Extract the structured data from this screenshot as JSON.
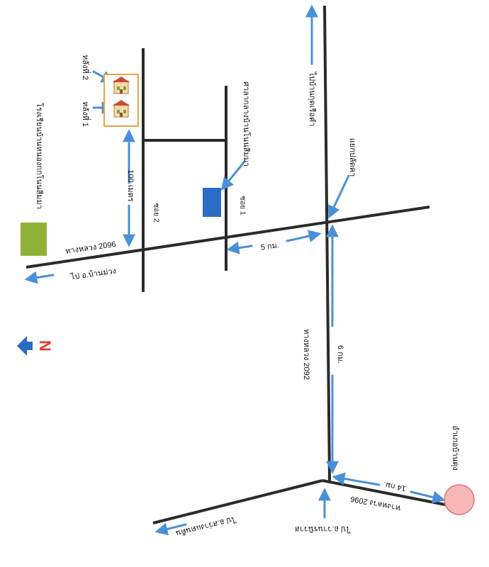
{
  "map": {
    "compass_letter": "N",
    "labels": {
      "school": "โรงเรียนบ้านหนองกกโนนสีมมา",
      "house_2": "หลังที่ 2",
      "house_1": "หลังที่ 1",
      "distance_100m": "100 เมตร",
      "soi_2": "ซอย 2",
      "road_2096_top": "ทางหลวง 2096",
      "to_ban_muang": "ไป อ.บ้านม่วง",
      "pavilion": "ศาลากลางบ้านโนนสีมมา",
      "soi_1": "ซอย 1",
      "distance_5km": "5 กม.",
      "to_ban_kut_ruea_kham": "ไปบ้านกุดเรือคำ",
      "junction": "แยกปลัดคา",
      "road_2092": "ทางหลวง 2092",
      "distance_6km": "6 กม.",
      "distance_14km": "14 กม.",
      "road_2096_bottom": "ทางหลวง 2096",
      "district_ban_dung": "อำเภอบ้านดุง",
      "to_wanon_niwat": "ไป อ.วานรนิวาส",
      "to_sawang_daen_din": "ไป อ.สว่างแดนดิน"
    },
    "colors": {
      "road": "#2a2a2a",
      "arrow": "#4a90d9",
      "school_block": "#8fb339",
      "pavilion_block": "#2b6cc4",
      "house_frame": "#f0a040",
      "district_circle_fill": "#f7b8b8",
      "district_circle_stroke": "#e07070",
      "compass_arrow": "#2b6cc4",
      "compass_letter": "#e63a2a"
    }
  }
}
